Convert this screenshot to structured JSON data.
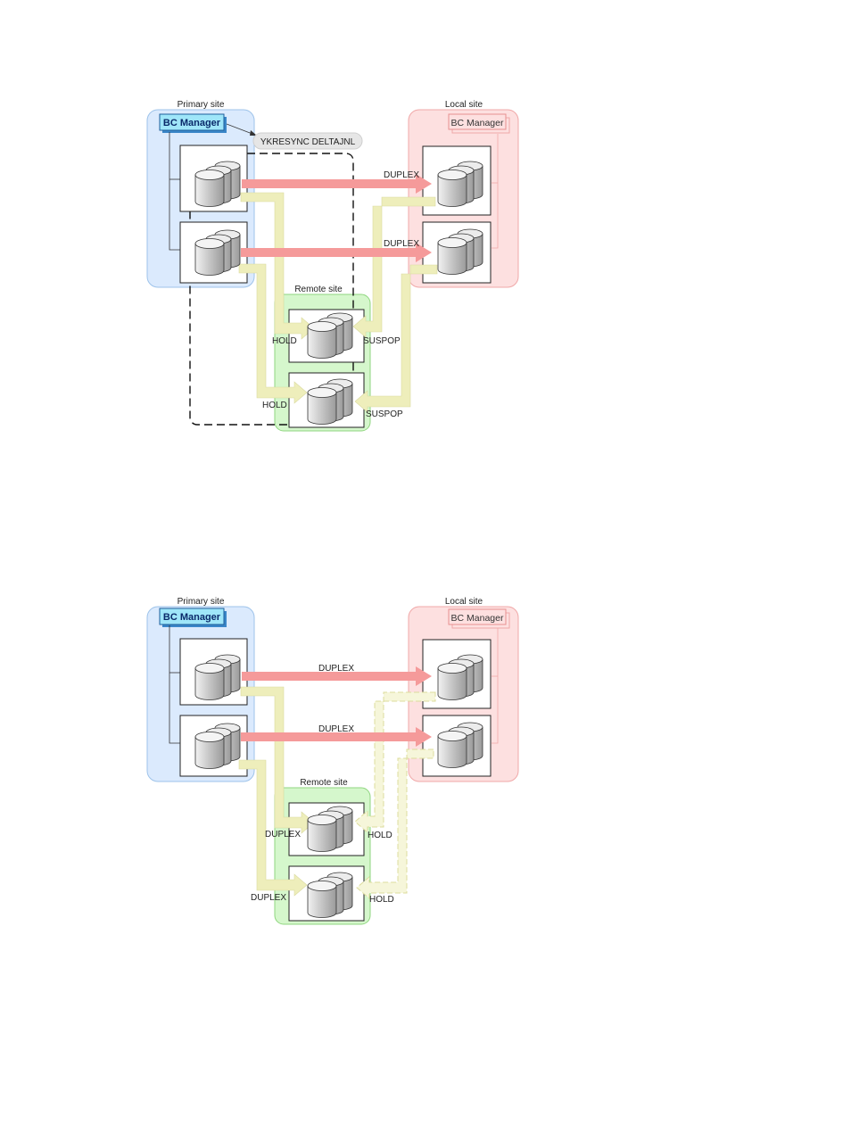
{
  "colors": {
    "primary_site_fill": "#dbeafd",
    "local_site_fill": "#fde0e0",
    "remote_site_fill": "#d5f7cc",
    "bc_manager_fill": "#9fe6f9",
    "duplex_arrow": "#f59a9a",
    "yellow_arrow": "#eeeebb"
  },
  "diagram1": {
    "primary_site_label": "Primary site",
    "local_site_label": "Local site",
    "remote_site_label": "Remote site",
    "bc_manager_primary": "BC Manager",
    "bc_manager_local": "BC Manager",
    "command_label": "YKRESYNC DELTAJNL",
    "duplex_top": "DUPLEX",
    "duplex_bottom": "DUPLEX",
    "remote_top_left": "HOLD",
    "remote_top_right": "SUSPOP",
    "remote_bottom_left": "HOLD",
    "remote_bottom_right": "SUSPOP"
  },
  "diagram2": {
    "primary_site_label": "Primary site",
    "local_site_label": "Local site",
    "remote_site_label": "Remote site",
    "bc_manager_primary": "BC Manager",
    "bc_manager_local": "BC Manager",
    "duplex_top": "DUPLEX",
    "duplex_bottom": "DUPLEX",
    "remote_top_left": "DUPLEX",
    "remote_top_right": "HOLD",
    "remote_bottom_left": "DUPLEX",
    "remote_bottom_right": "HOLD"
  }
}
